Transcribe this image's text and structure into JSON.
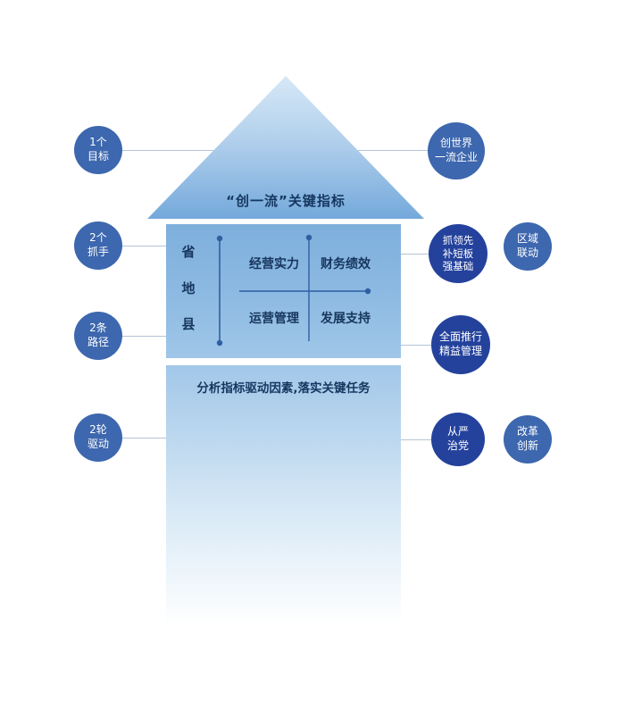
{
  "palette": {
    "arrow_head_top": "#d6e8f7",
    "arrow_head_base": "#74a9db",
    "shaft_top": "#7eafdc",
    "circle_medium": "#3d67ae",
    "circle_dark": "#24429c",
    "axis_line": "#2e5fa3",
    "connector_line": "#b3c4d6",
    "text_dark": "#16375f"
  },
  "arrow": {
    "head_label": "“创一流”关键指标",
    "task_label": "分析指标驱动因素,落实关键任务"
  },
  "matrix": {
    "levels": [
      "省",
      "地",
      "县"
    ],
    "quadrants": [
      "经营实力",
      "财务绩效",
      "运营管理",
      "发展支持"
    ]
  },
  "left_circles": [
    {
      "label": "1个\n目标"
    },
    {
      "label": "2个\n抓手"
    },
    {
      "label": "2条\n路径"
    },
    {
      "label": "2轮\n驱动"
    }
  ],
  "right_circles": [
    {
      "label": "创世界\n一流企业"
    },
    {
      "label": "抓领先\n补短板\n强基础"
    },
    {
      "label": "区域\n联动"
    },
    {
      "label": "全面推行\n精益管理"
    },
    {
      "label": "从严\n治党"
    },
    {
      "label": "改革\n创新"
    }
  ]
}
